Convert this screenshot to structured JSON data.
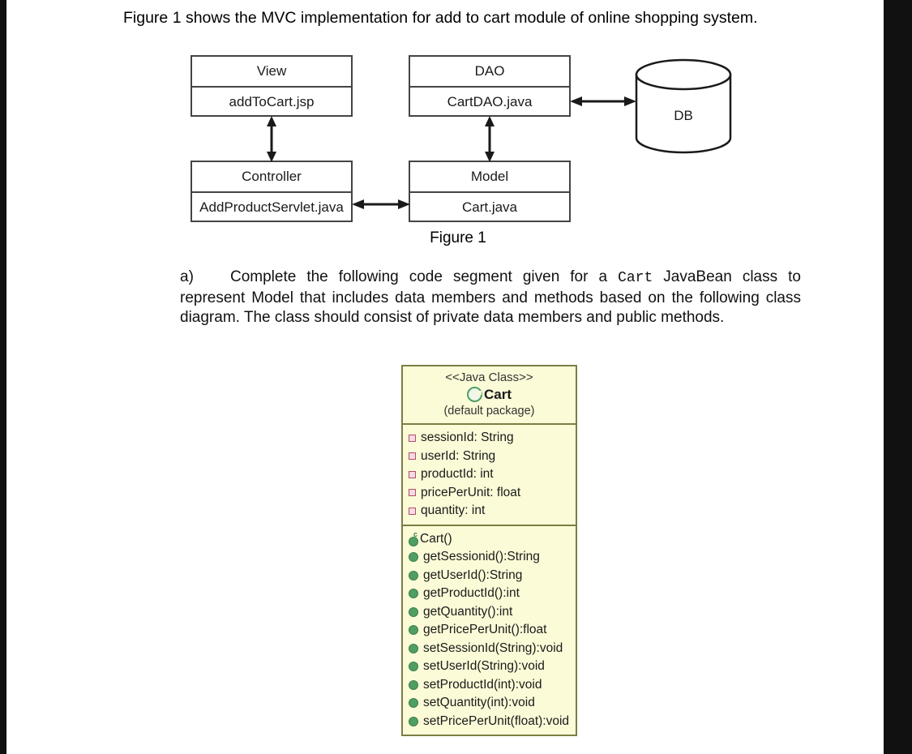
{
  "intro": {
    "text": "Figure 1 shows the MVC implementation for add to cart module of online shopping system."
  },
  "diagram": {
    "caption": "Figure 1",
    "boxes": [
      {
        "id": "view",
        "title": "View",
        "file": "addToCart.jsp"
      },
      {
        "id": "dao",
        "title": "DAO",
        "file": "CartDAO.java"
      },
      {
        "id": "controller",
        "title": "Controller",
        "file": "AddProductServlet.java"
      },
      {
        "id": "model",
        "title": "Model",
        "file": "Cart.java"
      }
    ],
    "database_label": "DB",
    "connections": [
      {
        "from": "view",
        "to": "controller",
        "style": "double-arrow-vertical"
      },
      {
        "from": "dao",
        "to": "model",
        "style": "double-arrow-vertical"
      },
      {
        "from": "controller",
        "to": "model",
        "style": "double-arrow-horizontal"
      },
      {
        "from": "dao",
        "to": "database",
        "style": "double-arrow-horizontal"
      }
    ]
  },
  "question": {
    "label": "a)",
    "part1": "Complete the following code segment given for a ",
    "code_term": "Cart",
    "part2": " JavaBean class to represent Model that includes data members and methods based on the following class diagram. The class should consist of private data members and public methods."
  },
  "uml": {
    "stereotype": "<<Java Class>>",
    "name": "Cart",
    "package": "(default package)",
    "class_icon": "java-class-icon",
    "attributes": [
      {
        "visibility": "private",
        "text": "sessionId: String"
      },
      {
        "visibility": "private",
        "text": "userId: String"
      },
      {
        "visibility": "private",
        "text": "productId: int"
      },
      {
        "visibility": "private",
        "text": "pricePerUnit: float"
      },
      {
        "visibility": "private",
        "text": "quantity: int"
      }
    ],
    "methods": [
      {
        "visibility": "constructor",
        "text": "Cart()"
      },
      {
        "visibility": "public",
        "text": "getSessionid():String"
      },
      {
        "visibility": "public",
        "text": "getUserId():String"
      },
      {
        "visibility": "public",
        "text": "getProductId():int"
      },
      {
        "visibility": "public",
        "text": "getQuantity():int"
      },
      {
        "visibility": "public",
        "text": "getPricePerUnit():float"
      },
      {
        "visibility": "public",
        "text": "setSessionId(String):void"
      },
      {
        "visibility": "public",
        "text": "setUserId(String):void"
      },
      {
        "visibility": "public",
        "text": "setProductId(int):void"
      },
      {
        "visibility": "public",
        "text": "setQuantity(int):void"
      },
      {
        "visibility": "public",
        "text": "setPricePerUnit(float):void"
      }
    ]
  },
  "colors": {
    "uml_fill": "#fbfbd8",
    "uml_border": "#7d7d43",
    "method_marker": "#4f9e63",
    "attribute_marker": "#b0506a",
    "box_border": "#444444",
    "page_background": "#ffffff"
  }
}
